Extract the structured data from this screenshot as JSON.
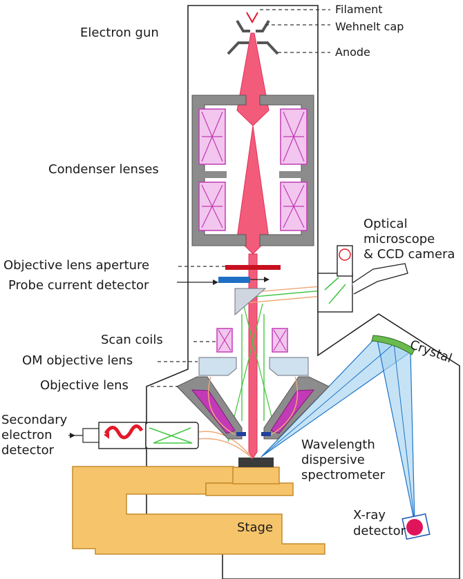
{
  "labels": {
    "filament": "Filament",
    "wehnelt_cap": "Wehnelt cap",
    "anode": "Anode",
    "electron_gun": "Electron gun",
    "condenser_lenses": "Condenser lenses",
    "optical_microscope": [
      "Optical",
      "microscope",
      "& CCD camera"
    ],
    "objective_lens_aperture": "Objective lens aperture",
    "probe_current_detector": "Probe current detector",
    "scan_coils": "Scan coils",
    "om_objective_lens": "OM objective lens",
    "objective_lens": "Objective lens",
    "secondary_electron_detector": [
      "Secondary",
      "electron",
      "detector"
    ],
    "crystal": "Crystal",
    "wds": [
      "Wavelength",
      "dispersive",
      "spectrometer"
    ],
    "stage": "Stage",
    "xray_detector": [
      "X-ray",
      "detector"
    ]
  },
  "colors": {
    "beam": "#f25c7a",
    "lens_gray": "#8c8c8c",
    "coil_pink": "#f2c6ee",
    "coil_purple": "#c23ab5",
    "stage": "#f6c56b",
    "xray_fan": "#a8d4ef",
    "crystal": "#5aa64a",
    "green_ray": "#44c744",
    "orange_ray": "#f0a878",
    "detector_red": "#e0145a",
    "probe_blue": "#1f6fc4"
  }
}
